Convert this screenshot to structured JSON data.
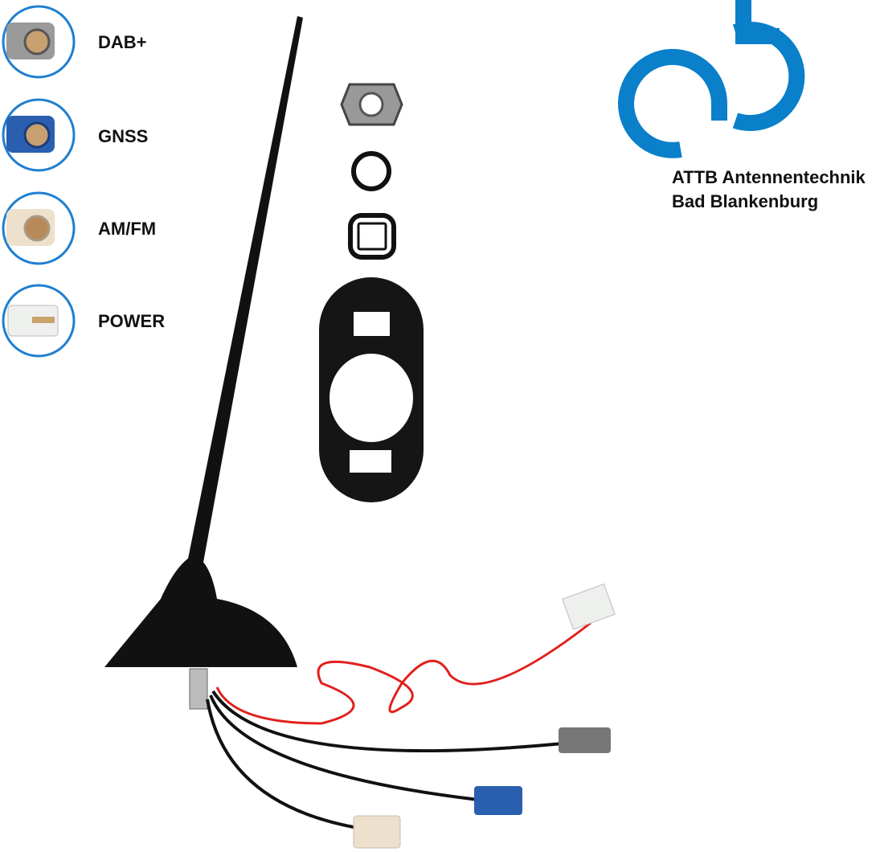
{
  "legend": [
    {
      "label": "DAB+",
      "icon": "grey-fakra-connector-icon",
      "color": "#9a9a9a"
    },
    {
      "label": "GNSS",
      "icon": "blue-fakra-connector-icon",
      "color": "#2a5fb0"
    },
    {
      "label": "AM/FM",
      "icon": "cream-connector-icon",
      "color": "#ede0cc"
    },
    {
      "label": "POWER",
      "icon": "white-power-connector-icon",
      "color": "#f2f2f2"
    }
  ],
  "brand": {
    "line1": "ATTB Antennentechnik",
    "line2": "Bad Blankenburg",
    "color": "#0a7fca"
  },
  "colors": {
    "ring": "#1e7fd0",
    "antenna": "#111111",
    "cable_red": "#e0201c"
  }
}
